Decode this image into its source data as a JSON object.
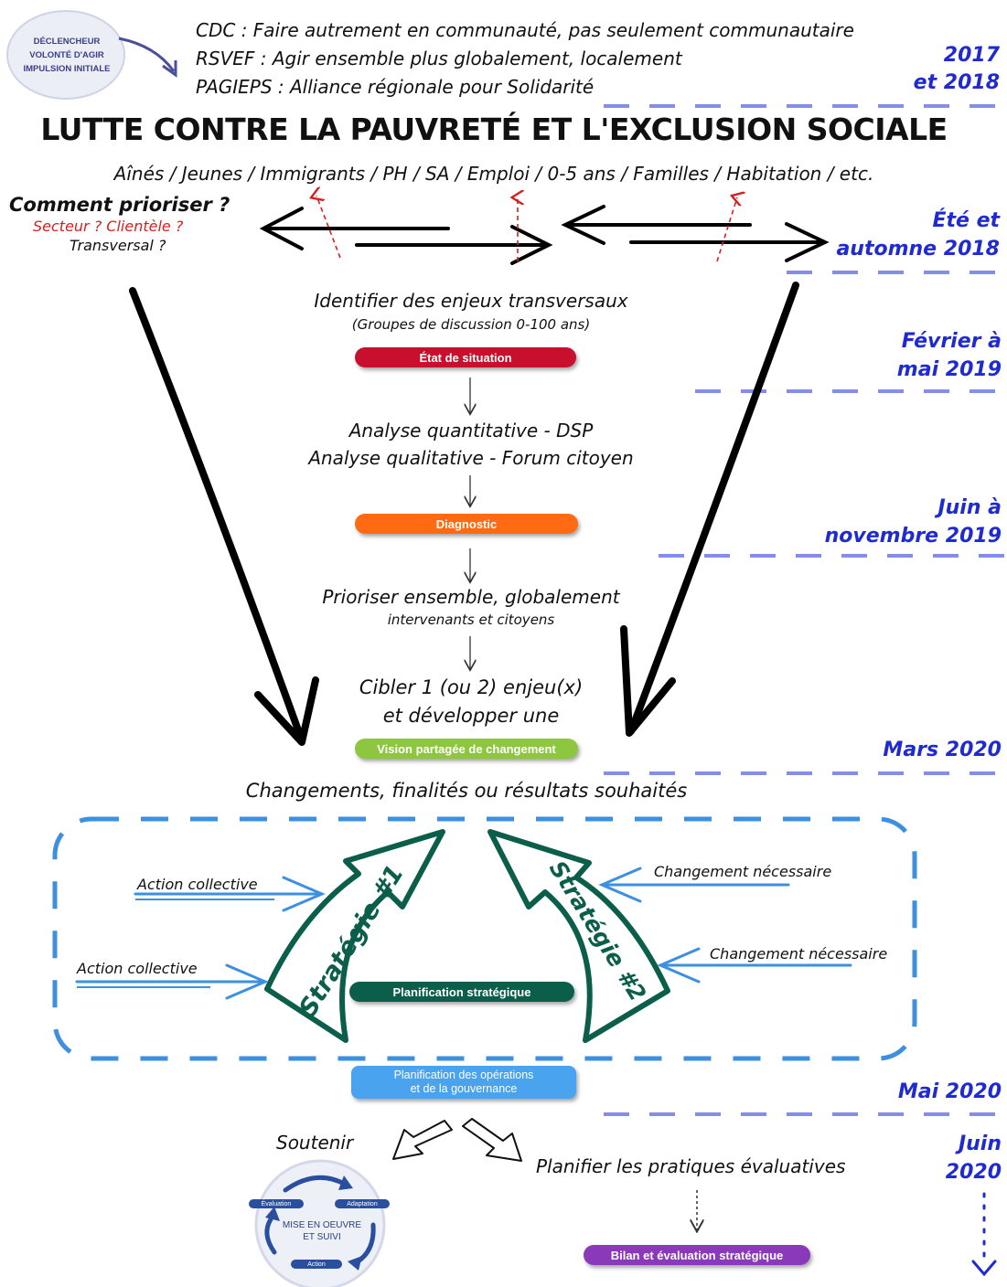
{
  "trigger": {
    "line1": "DÉCLENCHEUR",
    "line2": "VOLONTÉ D'AGIR",
    "line3": "IMPULSION INITIALE"
  },
  "intro_lines": [
    "CDC : Faire autrement en communauté, pas seulement communautaire",
    "RSVEF : Agir ensemble plus globalement, localement",
    "PAGIEPS : Alliance régionale pour Solidarité"
  ],
  "dates": {
    "d1a": "2017",
    "d1b": "et 2018",
    "d2a": "Été et",
    "d2b": "automne 2018",
    "d3a": "Février à",
    "d3b": "mai 2019",
    "d4a": "Juin à",
    "d4b": "novembre 2019",
    "d5": "Mars 2020",
    "d6": "Mai 2020",
    "d7a": "Juin",
    "d7b": "2020"
  },
  "main_title": "LUTTE CONTRE LA PAUVRETÉ ET L'EXCLUSION SOCIALE",
  "sectors": "Aînés / Jeunes / Immigrants / PH / SA / Emploi / 0-5 ans / Familles / Habitation / etc.",
  "prioritize": {
    "title": "Comment prioriser ?",
    "red": "Secteur ? Clientèle ?",
    "sub": "Transversal ?"
  },
  "steps": {
    "identify": "Identifier des enjeux transversaux",
    "identify_sub": "(Groupes de discussion 0-100 ans)",
    "pill_situation": "État de situation",
    "analysis1": "Analyse quantitative - DSP",
    "analysis2": "Analyse qualitative - Forum citoyen",
    "pill_diagnostic": "Diagnostic",
    "prioritize1": "Prioriser ensemble, globalement",
    "prioritize2": "intervenants et citoyens",
    "target1": "Cibler 1 (ou 2) enjeu(x)",
    "target2": "et développer une",
    "pill_vision": "Vision partagée de changement",
    "changes": "Changements, finalités ou résultats souhaités"
  },
  "strategy": {
    "action1": "Action collective",
    "action2": "Action collective",
    "change1": "Changement nécessaire",
    "change2": "Changement nécessaire",
    "s1": "Stratégie #1",
    "s2": "Stratégie #2",
    "pill_planning": "Planification stratégique"
  },
  "ops": {
    "line1": "Planification des opérations",
    "line2": "et de la gouvernance"
  },
  "bottom": {
    "support": "Soutenir",
    "plan_eval": "Planifier les pratiques évaluatives",
    "pill_bilan": "Bilan et évaluation stratégique",
    "cycle_eval": "Évaluation",
    "cycle_adapt": "Adaptation",
    "cycle_action": "Action",
    "cycle_center1": "MISE EN OEUVRE",
    "cycle_center2": "ET SUIVI"
  },
  "colors": {
    "date_blue": "#1f2bd0",
    "pill_red": "#c8102e",
    "pill_orange": "#ff6a13",
    "pill_green": "#8dc63f",
    "pill_teal": "#0b5e4a",
    "pill_blue": "#4aa3ef",
    "pill_purple": "#8a3ab9",
    "strategy_green": "#0b5e4a",
    "arrow_blue": "#3d8fe0"
  }
}
